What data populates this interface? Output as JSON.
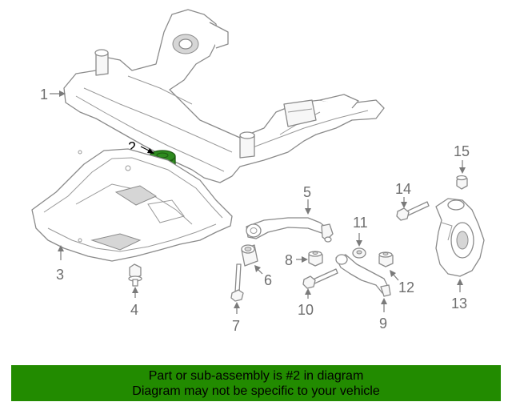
{
  "callouts": {
    "c1": "1",
    "c2": "2",
    "c3": "3",
    "c4": "4",
    "c5": "5",
    "c6": "6",
    "c7": "7",
    "c8": "8",
    "c9": "9",
    "c10": "10",
    "c11": "11",
    "c12": "12",
    "c13": "13",
    "c14": "14",
    "c15": "15"
  },
  "highlight": {
    "callout": "2",
    "color": "#2e8b1f"
  },
  "banner": {
    "line1": "Part or sub-assembly is #2 in diagram",
    "line2": "Diagram may not be specific to your vehicle",
    "color": "#228b00"
  }
}
